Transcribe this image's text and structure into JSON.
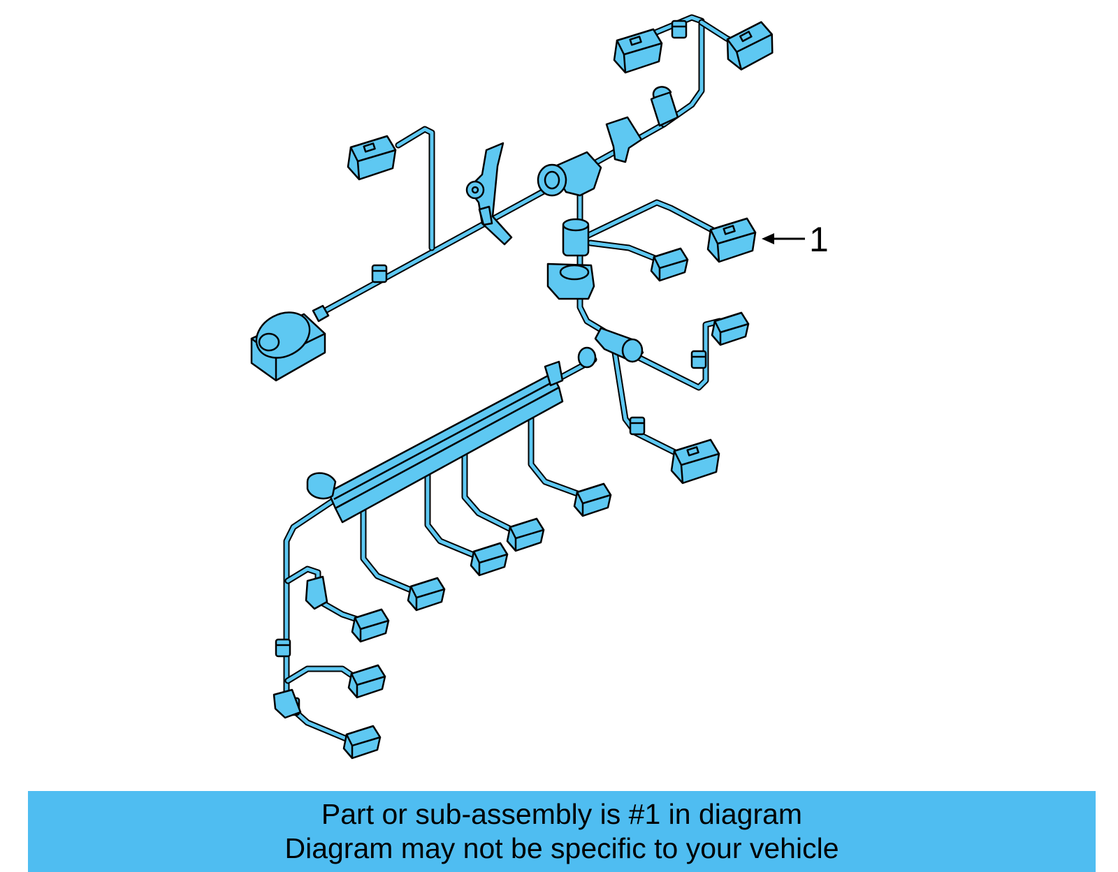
{
  "colors": {
    "part_fill": "#5ec8f2",
    "outline": "#000000",
    "banner": "#4fbdf1",
    "background": "#ffffff"
  },
  "callout": {
    "number": "1"
  },
  "caption": {
    "line1": "Part or sub-assembly is #1 in diagram",
    "line2": "Diagram may not be specific to your vehicle"
  }
}
